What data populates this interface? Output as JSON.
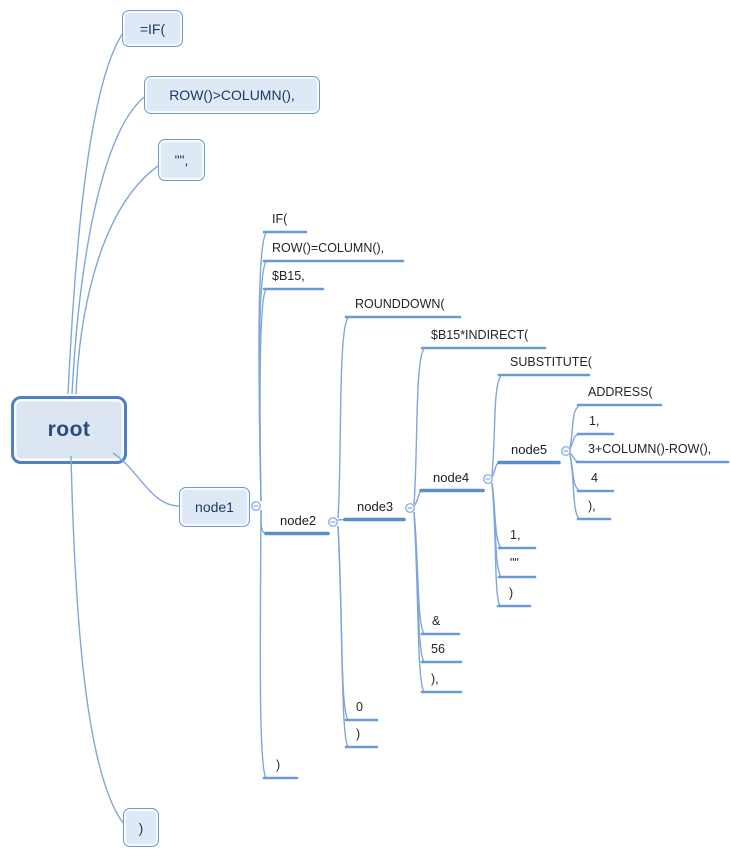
{
  "diagram_title": "formula mind map",
  "colors": {
    "connector": "#7fa7d9",
    "leaf_line": "#6b99d3",
    "branch_line": "#5c8cc9",
    "box_border": "#6f9ad0",
    "box_fill": "#dfe9f6",
    "root_border": "#4e81c4",
    "root_fill": "#dce6f3",
    "box_text": "#1f3864",
    "leaf_text": "#252525",
    "background": "#ffffff"
  },
  "tree": {
    "label": "root",
    "children": [
      {
        "label": "=IF(",
        "style": "box"
      },
      {
        "label": "ROW()>COLUMN(),",
        "style": "box"
      },
      {
        "label": "\"\",",
        "style": "box"
      },
      {
        "label": "node1",
        "style": "box",
        "collapse_toggle": "minus",
        "children": [
          {
            "label": "IF("
          },
          {
            "label": "ROW()=COLUMN(),"
          },
          {
            "label": "$B15,"
          },
          {
            "label": "node2",
            "collapse_toggle": "minus",
            "children": [
              {
                "label": "ROUNDDOWN("
              },
              {
                "label": "node3",
                "collapse_toggle": "minus",
                "children": [
                  {
                    "label": "$B15*INDIRECT("
                  },
                  {
                    "label": "node4",
                    "collapse_toggle": "minus",
                    "children": [
                      {
                        "label": "SUBSTITUTE("
                      },
                      {
                        "label": "node5",
                        "collapse_toggle": "minus",
                        "children": [
                          {
                            "label": "ADDRESS("
                          },
                          {
                            "label": "1,"
                          },
                          {
                            "label": "3+COLUMN()-ROW(),"
                          },
                          {
                            "label": "4"
                          },
                          {
                            "label": "),"
                          }
                        ]
                      },
                      {
                        "label": "1,"
                      },
                      {
                        "label": "\"\""
                      },
                      {
                        "label": ")"
                      }
                    ]
                  },
                  {
                    "label": "&"
                  },
                  {
                    "label": "56"
                  },
                  {
                    "label": "),"
                  }
                ]
              },
              {
                "label": "0"
              },
              {
                "label": ")"
              }
            ]
          },
          {
            "label": ")"
          }
        ]
      },
      {
        "label": ")",
        "style": "box"
      }
    ]
  }
}
